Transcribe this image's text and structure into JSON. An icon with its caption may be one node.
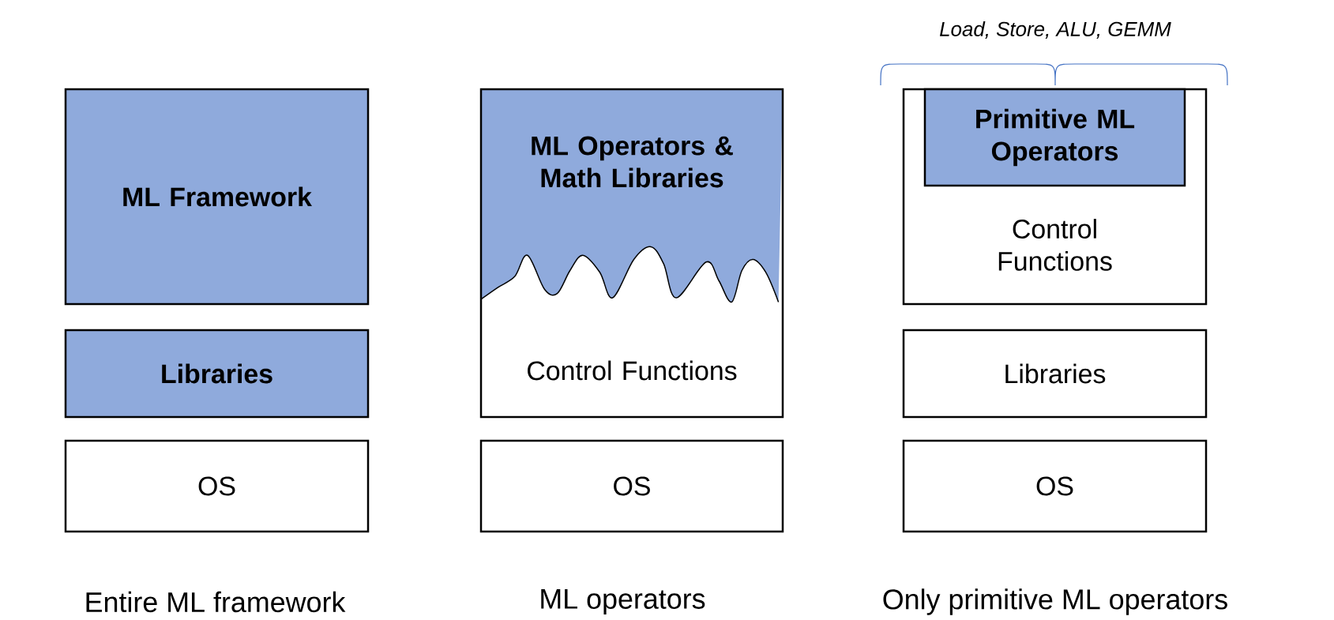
{
  "diagram": {
    "nodes": [
      {
        "text": [
          "ML Framework"
        ]
      },
      {
        "text": [
          "Libraries"
        ]
      },
      {
        "text": [
          "OS"
        ]
      },
      {
        "text": [
          "ML Operators & Math Libraries",
          "Control Functions"
        ]
      },
      {
        "text": [
          "OS"
        ]
      },
      {
        "text": [
          "Control Functions"
        ]
      },
      {
        "text": [
          "Primitive ML Operators"
        ],
        "in": 5
      },
      {
        "text": [
          "Libraries"
        ]
      },
      {
        "text": [
          "OS"
        ]
      }
    ],
    "labels": [
      "Load, Store, ALU, GEMM",
      "Entire ML framework",
      "ML operators",
      "Only primitive ML operators"
    ]
  }
}
